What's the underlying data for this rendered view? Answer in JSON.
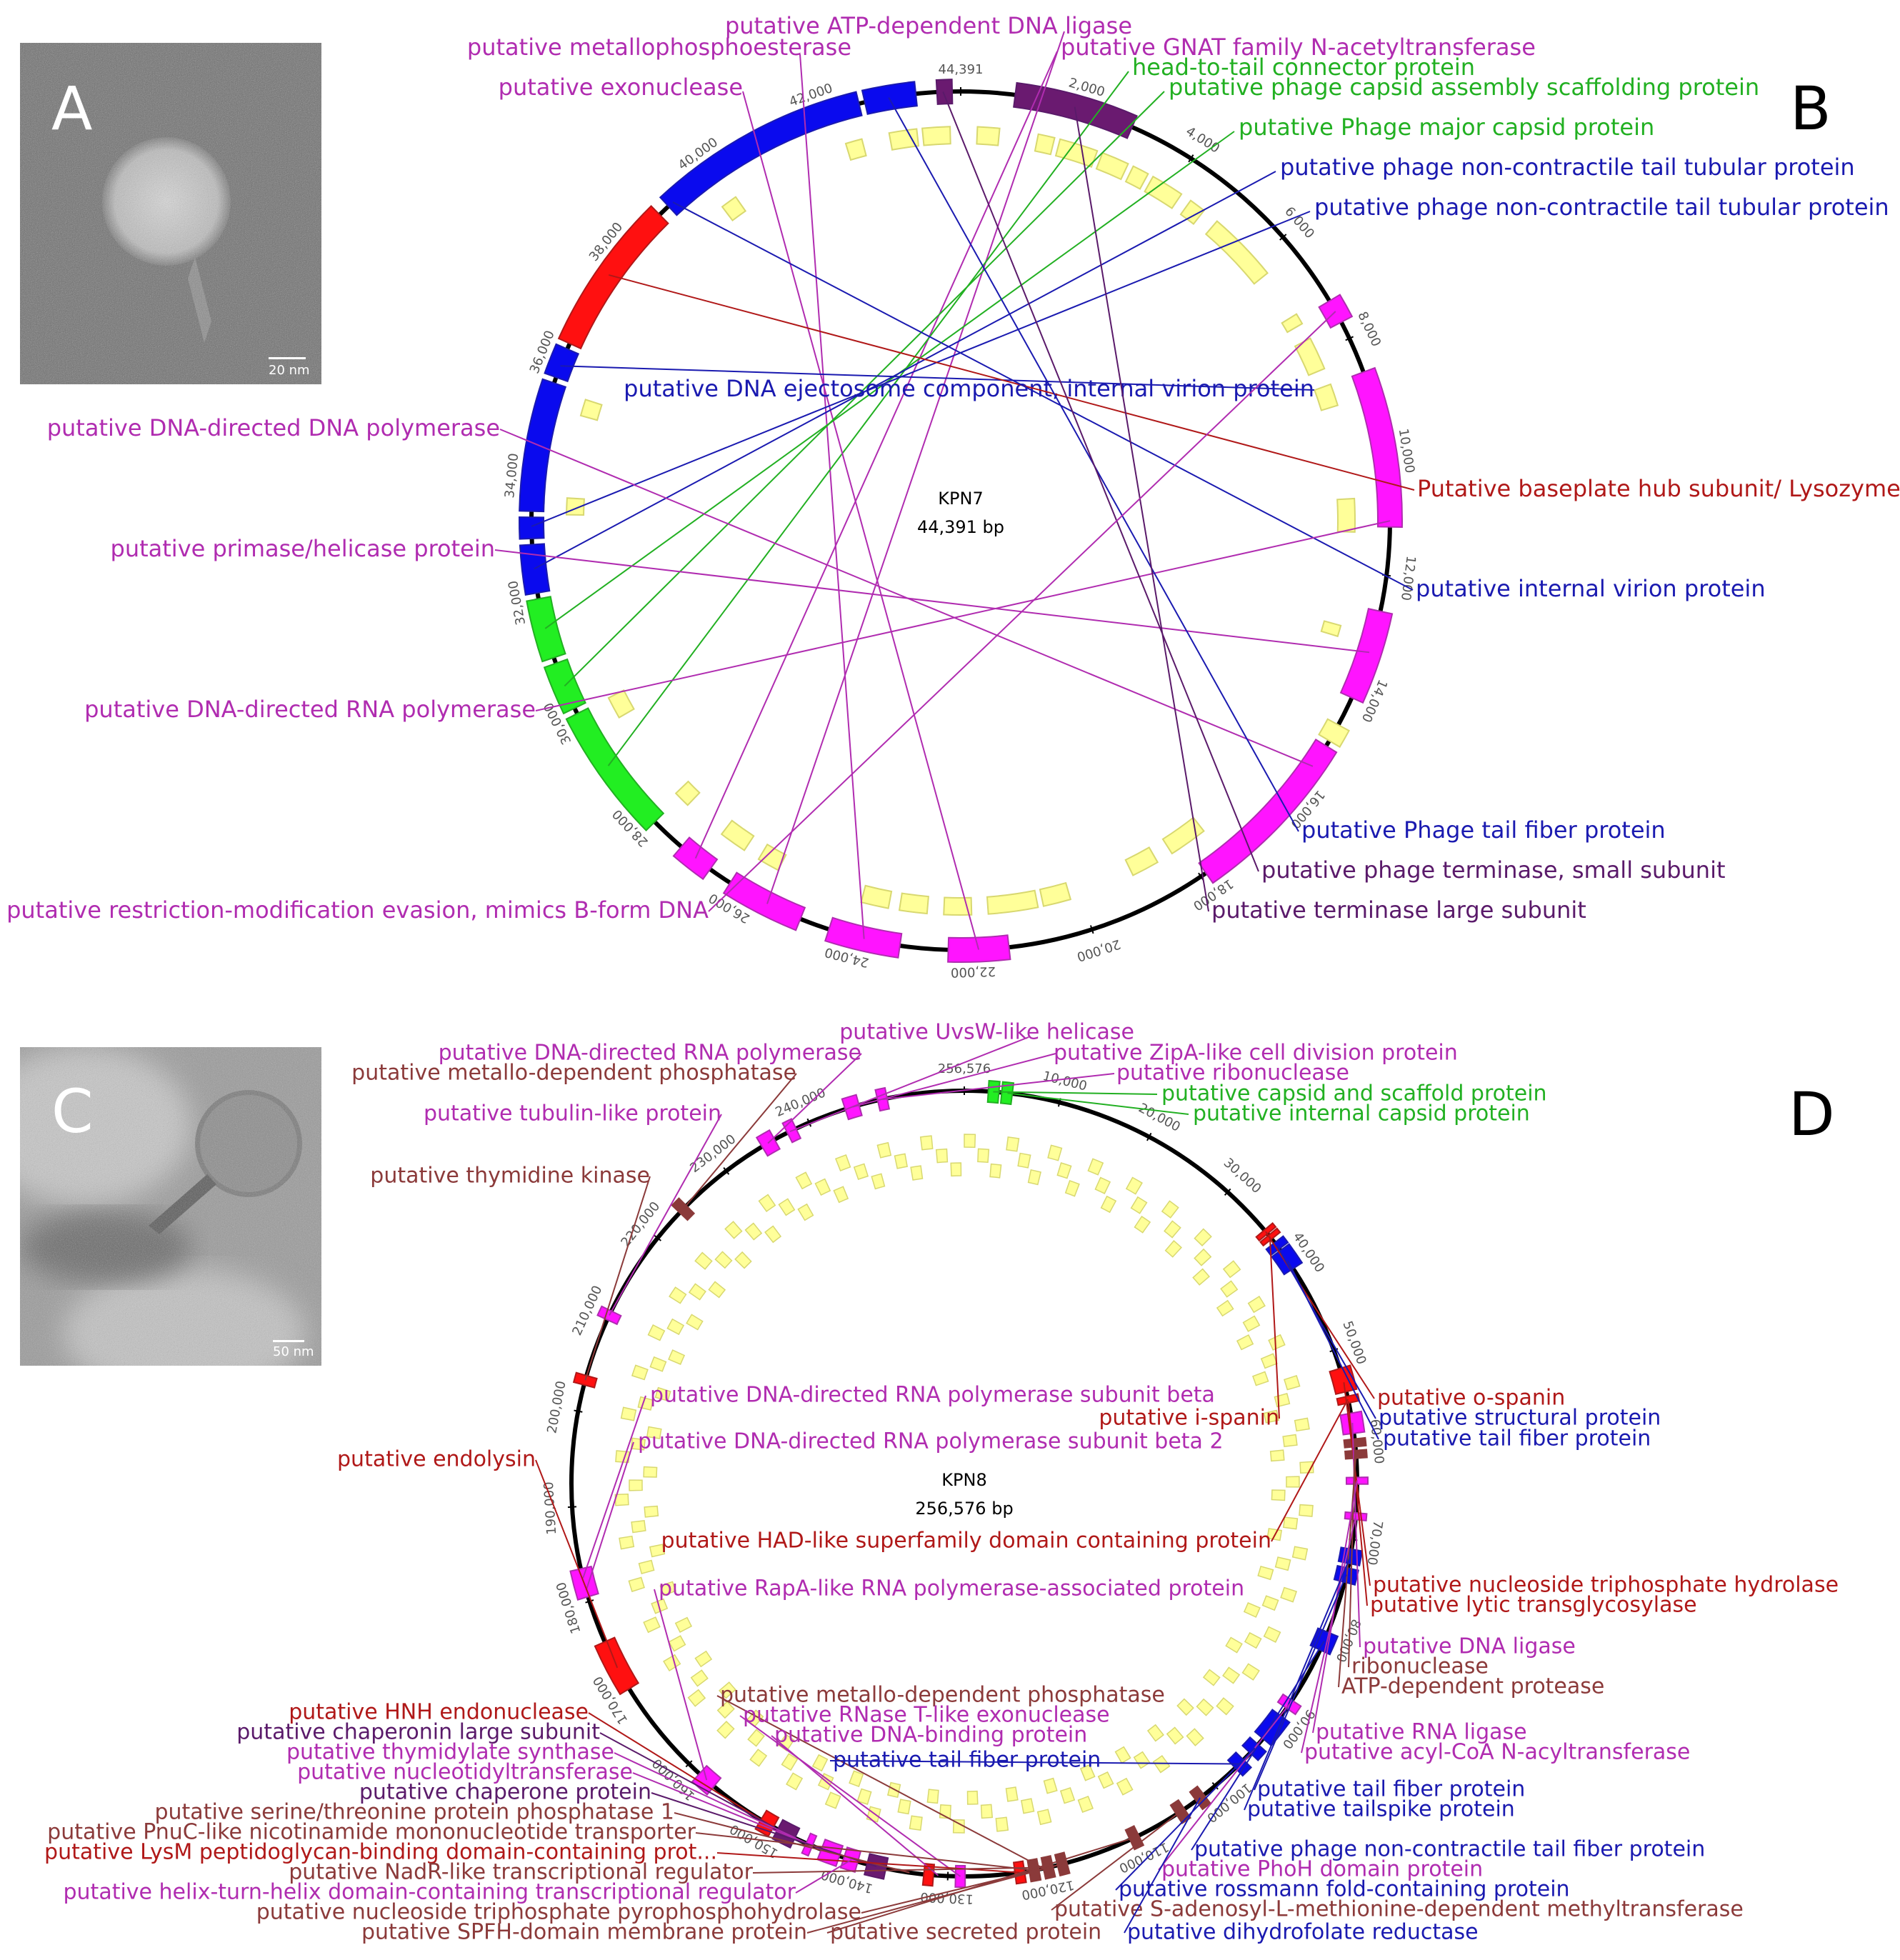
{
  "colors": {
    "magenta": "#b02cb0",
    "magenta_fill": "#ff14ff",
    "green": "#22b022",
    "green_fill": "#22ee22",
    "blue": "#1a1ab0",
    "blue_fill": "#0a0aee",
    "red": "#b01818",
    "red_fill": "#ff1010",
    "brown": "#8b3a3a",
    "purple": "#5a1a6a",
    "purple_fill": "#6a1a70",
    "yellow_fill": "#ffff99",
    "yellow_stroke": "#d8d870"
  },
  "panels": {
    "a": {
      "letter": "A",
      "scale": "20 nm"
    },
    "b": {
      "letter": "B"
    },
    "c": {
      "letter": "C",
      "scale": "50 nm"
    },
    "d": {
      "letter": "D"
    }
  },
  "kpn7": {
    "name": "KPN7",
    "length": "44,391 bp",
    "total": 44391,
    "ticks": [
      {
        "pos": 2000,
        "label": "2,000"
      },
      {
        "pos": 4000,
        "label": "4,000"
      },
      {
        "pos": 6000,
        "label": "6,000"
      },
      {
        "pos": 8000,
        "label": "8,000"
      },
      {
        "pos": 10000,
        "label": "10,000"
      },
      {
        "pos": 12000,
        "label": "12,000"
      },
      {
        "pos": 14000,
        "label": "14,000"
      },
      {
        "pos": 16000,
        "label": "16,000"
      },
      {
        "pos": 18000,
        "label": "18,000"
      },
      {
        "pos": 20000,
        "label": "20,000"
      },
      {
        "pos": 22000,
        "label": "22,000"
      },
      {
        "pos": 24000,
        "label": "24,000"
      },
      {
        "pos": 26000,
        "label": "26,000"
      },
      {
        "pos": 28000,
        "label": "28,000"
      },
      {
        "pos": 30000,
        "label": "30,000"
      },
      {
        "pos": 32000,
        "label": "32,000"
      },
      {
        "pos": 34000,
        "label": "34,000"
      },
      {
        "pos": 36000,
        "label": "36,000"
      },
      {
        "pos": 38000,
        "label": "38,000"
      },
      {
        "pos": 40000,
        "label": "40,000"
      },
      {
        "pos": 42000,
        "label": "42,000"
      },
      {
        "pos": 44391,
        "label": "44,391"
      }
    ],
    "genes": [
      {
        "start": 7300,
        "end": 7700,
        "color": "magenta"
      },
      {
        "start": 8600,
        "end": 11200,
        "color": "magenta"
      },
      {
        "start": 12600,
        "end": 14100,
        "color": "magenta"
      },
      {
        "start": 14600,
        "end": 14900,
        "color": "yellow"
      },
      {
        "start": 15000,
        "end": 17900,
        "color": "magenta"
      },
      {
        "start": 21400,
        "end": 22400,
        "color": "magenta"
      },
      {
        "start": 23200,
        "end": 24400,
        "color": "magenta"
      },
      {
        "start": 24900,
        "end": 26200,
        "color": "magenta"
      },
      {
        "start": 26600,
        "end": 27200,
        "color": "magenta"
      },
      {
        "start": 27800,
        "end": 30000,
        "color": "green"
      },
      {
        "start": 30100,
        "end": 30900,
        "color": "green"
      },
      {
        "start": 31000,
        "end": 32000,
        "color": "green"
      },
      {
        "start": 32100,
        "end": 32900,
        "color": "blue"
      },
      {
        "start": 33000,
        "end": 33350,
        "color": "blue"
      },
      {
        "start": 33450,
        "end": 35600,
        "color": "blue"
      },
      {
        "start": 35700,
        "end": 36200,
        "color": "blue"
      },
      {
        "start": 36300,
        "end": 38900,
        "color": "red"
      },
      {
        "start": 39100,
        "end": 42700,
        "color": "blue"
      },
      {
        "start": 42800,
        "end": 43650,
        "color": "blue"
      },
      {
        "start": 44000,
        "end": 44250,
        "color": "purple"
      },
      {
        "start": 900,
        "end": 2900,
        "color": "purple"
      }
    ],
    "inner": [
      {
        "start": 1400,
        "end": 1700
      },
      {
        "start": 1800,
        "end": 2500
      },
      {
        "start": 2600,
        "end": 3100
      },
      {
        "start": 3200,
        "end": 3500
      },
      {
        "start": 3600,
        "end": 4200
      },
      {
        "start": 4400,
        "end": 4700
      },
      {
        "start": 5000,
        "end": 6300
      },
      {
        "start": 7200,
        "end": 7400
      },
      {
        "start": 7700,
        "end": 8300
      },
      {
        "start": 8600,
        "end": 9000
      },
      {
        "start": 10700,
        "end": 11300
      },
      {
        "start": 13000,
        "end": 13200
      },
      {
        "start": 17500,
        "end": 18200
      },
      {
        "start": 18500,
        "end": 19000
      },
      {
        "start": 20200,
        "end": 20700
      },
      {
        "start": 20800,
        "end": 21700
      },
      {
        "start": 22000,
        "end": 22500
      },
      {
        "start": 22800,
        "end": 23300
      },
      {
        "start": 23500,
        "end": 24000
      },
      {
        "start": 25600,
        "end": 26000
      },
      {
        "start": 26300,
        "end": 26800
      },
      {
        "start": 27600,
        "end": 27900
      },
      {
        "start": 29600,
        "end": 30000
      },
      {
        "start": 33400,
        "end": 33700
      },
      {
        "start": 35200,
        "end": 35500
      },
      {
        "start": 39800,
        "end": 40100
      },
      {
        "start": 42300,
        "end": 42600
      },
      {
        "start": 43100,
        "end": 43600
      },
      {
        "start": 43700,
        "end": 44200
      },
      {
        "start": 300,
        "end": 700
      }
    ],
    "labels": [
      {
        "text": "putative ATP-dependent DNA ligase",
        "color": "magenta",
        "gene": 25500
      },
      {
        "text": "putative metallophosphoesterase",
        "color": "magenta",
        "gene": 23800
      },
      {
        "text": "putative GNAT family N-acetyltransferase",
        "color": "magenta",
        "gene": 26900
      },
      {
        "text": "head-to-tail connector protein",
        "color": "green",
        "gene": 29000
      },
      {
        "text": "putative exonuclease",
        "color": "magenta",
        "gene": 21900
      },
      {
        "text": "putative phage capsid assembly scaffolding protein",
        "color": "green",
        "gene": 30500
      },
      {
        "text": "putative Phage major capsid protein",
        "color": "green",
        "gene": 31500
      },
      {
        "text": "putative phage non-contractile tail tubular protein",
        "color": "blue",
        "gene": 32500
      },
      {
        "text": "putative phage non-contractile tail tubular protein",
        "color": "blue",
        "gene": 33200
      },
      {
        "text": "putative DNA ejectosome component, internal virion protein",
        "color": "blue",
        "gene": 35900
      },
      {
        "text": "putative DNA-directed DNA polymerase",
        "color": "magenta",
        "gene": 15400
      },
      {
        "text": "Putative baseplate hub subunit/ Lysozyme",
        "color": "red",
        "gene": 37600
      },
      {
        "text": "putative primase/helicase protein",
        "color": "magenta",
        "gene": 13300
      },
      {
        "text": "putative internal virion protein",
        "color": "blue",
        "gene": 39200
      },
      {
        "text": "putative DNA-directed RNA polymerase",
        "color": "magenta",
        "gene": 11100
      },
      {
        "text": "putative Phage tail fiber protein",
        "color": "blue",
        "gene": 43200
      },
      {
        "text": "putative phage terminase, small subunit",
        "color": "purple",
        "gene": 44100
      },
      {
        "text": "putative terminase large subunit",
        "color": "purple",
        "gene": 1900
      },
      {
        "text": "putative restriction-modification evasion, mimics B-form DNA",
        "color": "magenta",
        "gene": 7500
      }
    ]
  },
  "kpn8": {
    "name": "KPN8",
    "length": "256,576 bp",
    "total": 256576,
    "ticks": [
      {
        "pos": 10000,
        "label": "10,000"
      },
      {
        "pos": 20000,
        "label": "20,000"
      },
      {
        "pos": 30000,
        "label": "30,000"
      },
      {
        "pos": 40000,
        "label": "40,000"
      },
      {
        "pos": 50000,
        "label": "50,000"
      },
      {
        "pos": 60000,
        "label": "60,000"
      },
      {
        "pos": 70000,
        "label": "70,000"
      },
      {
        "pos": 80000,
        "label": "80,000"
      },
      {
        "pos": 90000,
        "label": "90,000"
      },
      {
        "pos": 100000,
        "label": "100,000"
      },
      {
        "pos": 110000,
        "label": "110,000"
      },
      {
        "pos": 120000,
        "label": "120,000"
      },
      {
        "pos": 130000,
        "label": "130,000"
      },
      {
        "pos": 140000,
        "label": "140,000"
      },
      {
        "pos": 150000,
        "label": "150,000"
      },
      {
        "pos": 160000,
        "label": "160,000"
      },
      {
        "pos": 170000,
        "label": "170,000"
      },
      {
        "pos": 180000,
        "label": "180,000"
      },
      {
        "pos": 190000,
        "label": "190,000"
      },
      {
        "pos": 200000,
        "label": "200,000"
      },
      {
        "pos": 210000,
        "label": "210,000"
      },
      {
        "pos": 220000,
        "label": "220,000"
      },
      {
        "pos": 230000,
        "label": "230,000"
      },
      {
        "pos": 240000,
        "label": "240,000"
      },
      {
        "pos": 256576,
        "label": "256,576"
      }
    ],
    "genes": [
      {
        "start": 2500,
        "end": 3600,
        "color": "green"
      },
      {
        "start": 3900,
        "end": 5000,
        "color": "green"
      },
      {
        "start": 35500,
        "end": 36000,
        "color": "red"
      },
      {
        "start": 36200,
        "end": 36700,
        "color": "red"
      },
      {
        "start": 37200,
        "end": 38000,
        "color": "blue"
      },
      {
        "start": 38200,
        "end": 40500,
        "color": "blue"
      },
      {
        "start": 52000,
        "end": 54500,
        "color": "red"
      },
      {
        "start": 55000,
        "end": 55700,
        "color": "red"
      },
      {
        "start": 56800,
        "end": 58900,
        "color": "magenta"
      },
      {
        "start": 59500,
        "end": 60300,
        "color": "brown"
      },
      {
        "start": 60700,
        "end": 61500,
        "color": "brown"
      },
      {
        "start": 63500,
        "end": 64200,
        "color": "magenta"
      },
      {
        "start": 67200,
        "end": 67900,
        "color": "magenta"
      },
      {
        "start": 71000,
        "end": 72500,
        "color": "blue"
      },
      {
        "start": 73000,
        "end": 74500,
        "color": "blue"
      },
      {
        "start": 80000,
        "end": 82000,
        "color": "blue"
      },
      {
        "start": 88000,
        "end": 89000,
        "color": "magenta"
      },
      {
        "start": 90000,
        "end": 93000,
        "color": "blue"
      },
      {
        "start": 93800,
        "end": 95000,
        "color": "blue"
      },
      {
        "start": 96000,
        "end": 97200,
        "color": "blue"
      },
      {
        "start": 101500,
        "end": 102500,
        "color": "brown"
      },
      {
        "start": 104000,
        "end": 105000,
        "color": "brown"
      },
      {
        "start": 109500,
        "end": 110500,
        "color": "brown"
      },
      {
        "start": 117500,
        "end": 118500,
        "color": "brown"
      },
      {
        "start": 119000,
        "end": 120000,
        "color": "brown"
      },
      {
        "start": 120500,
        "end": 121500,
        "color": "brown"
      },
      {
        "start": 122000,
        "end": 123000,
        "color": "red"
      },
      {
        "start": 128200,
        "end": 129200,
        "color": "magenta"
      },
      {
        "start": 131500,
        "end": 132500,
        "color": "red"
      },
      {
        "start": 136500,
        "end": 138500,
        "color": "purple"
      },
      {
        "start": 139500,
        "end": 141000,
        "color": "magenta"
      },
      {
        "start": 141500,
        "end": 143500,
        "color": "magenta"
      },
      {
        "start": 144500,
        "end": 145200,
        "color": "magenta"
      },
      {
        "start": 146500,
        "end": 148500,
        "color": "purple"
      },
      {
        "start": 149000,
        "end": 150500,
        "color": "red"
      },
      {
        "start": 156500,
        "end": 158500,
        "color": "magenta"
      },
      {
        "start": 170000,
        "end": 175500,
        "color": "red"
      },
      {
        "start": 180500,
        "end": 183500,
        "color": "magenta"
      },
      {
        "start": 202800,
        "end": 203800,
        "color": "red"
      },
      {
        "start": 210000,
        "end": 211000,
        "color": "magenta"
      },
      {
        "start": 223500,
        "end": 224500,
        "color": "brown"
      },
      {
        "start": 234500,
        "end": 236000,
        "color": "magenta"
      },
      {
        "start": 237500,
        "end": 238500,
        "color": "magenta"
      },
      {
        "start": 244000,
        "end": 245500,
        "color": "magenta"
      },
      {
        "start": 247500,
        "end": 248500,
        "color": "magenta"
      }
    ],
    "inner_count": 150,
    "labels": [
      {
        "text": "putative UvsW-like helicase",
        "color": "magenta",
        "gene": 237800
      },
      {
        "text": "putative DNA-directed RNA polymerase",
        "color": "magenta",
        "gene": 235200
      },
      {
        "text": "putative ZipA-like cell division protein",
        "color": "magenta",
        "gene": 244800
      },
      {
        "text": "putative metallo-dependent phosphatase",
        "color": "brown",
        "gene": 224000
      },
      {
        "text": "putative ribonuclease",
        "color": "magenta",
        "gene": 248000
      },
      {
        "text": "putative capsid and scaffold protein",
        "color": "green",
        "gene": 3000
      },
      {
        "text": "putative tubulin-like protein",
        "color": "magenta",
        "gene": 210500
      },
      {
        "text": "putative internal capsid protein",
        "color": "green",
        "gene": 4500
      },
      {
        "text": "putative thymidine kinase",
        "color": "brown",
        "gene": 203300
      },
      {
        "text": "putative DNA-directed RNA polymerase subunit beta",
        "color": "magenta",
        "gene": 182500
      },
      {
        "text": "putative o-spanin",
        "color": "red",
        "gene": 35700
      },
      {
        "text": "putative i-spanin",
        "color": "red",
        "gene": 36400
      },
      {
        "text": "putative structural protein",
        "color": "blue",
        "gene": 37600
      },
      {
        "text": "putative tail fiber protein",
        "color": "blue",
        "gene": 39500
      },
      {
        "text": "putative DNA-directed RNA polymerase subunit beta 2",
        "color": "magenta",
        "gene": 181200
      },
      {
        "text": "putative endolysin",
        "color": "red",
        "gene": 172500
      },
      {
        "text": "putative HAD-like superfamily domain containing protein",
        "color": "red",
        "gene": 55300
      },
      {
        "text": "putative nucleoside triphosphate hydrolase",
        "color": "red",
        "gene": 53500
      },
      {
        "text": "putative RapA-like RNA polymerase-associated protein",
        "color": "magenta",
        "gene": 157500
      },
      {
        "text": "putative lytic transglycosylase",
        "color": "red",
        "gene": 55500
      },
      {
        "text": "putative DNA ligase",
        "color": "magenta",
        "gene": 57800
      },
      {
        "text": "ribonuclease",
        "color": "brown",
        "gene": 59900
      },
      {
        "text": "ATP-dependent protease",
        "color": "brown",
        "gene": 61100
      },
      {
        "text": "putative metallo-dependent phosphatase",
        "color": "brown",
        "gene": 120000
      },
      {
        "text": "putative HNH endonuclease",
        "color": "red",
        "gene": 149800
      },
      {
        "text": "putative RNase T-like exonuclease",
        "color": "magenta",
        "gene": 128700
      },
      {
        "text": "putative RNA ligase",
        "color": "magenta",
        "gene": 63800
      },
      {
        "text": "putative chaperonin large subunit",
        "color": "purple",
        "gene": 147500
      },
      {
        "text": "putative DNA-binding protein",
        "color": "magenta",
        "gene": 131000
      },
      {
        "text": "putative acyl-CoA N-acyltransferase",
        "color": "magenta",
        "gene": 67500
      },
      {
        "text": "putative thymidylate synthase",
        "color": "magenta",
        "gene": 144800
      },
      {
        "text": "putative tail fiber protein",
        "color": "blue",
        "gene": 96600
      },
      {
        "text": "putative nucleotidyltransferase",
        "color": "magenta",
        "gene": 142500
      },
      {
        "text": "putative tail fiber protein",
        "color": "blue",
        "gene": 73700
      },
      {
        "text": "putative chaperone protein",
        "color": "purple",
        "gene": 137500
      },
      {
        "text": "putative tailspike protein",
        "color": "blue",
        "gene": 71800
      },
      {
        "text": "putative serine/threonine protein phosphatase 1",
        "color": "brown",
        "gene": 134000
      },
      {
        "text": "putative PnuC-like nicotinamide mononucleotide transporter",
        "color": "brown",
        "gene": 121000
      },
      {
        "text": "putative phage non-contractile tail fiber protein",
        "color": "blue",
        "gene": 81000
      },
      {
        "text": "putative LysM peptidoglycan-binding domain-containing prot...",
        "color": "red",
        "gene": 122500
      },
      {
        "text": "putative PhoH domain protein",
        "color": "magenta",
        "gene": 88500
      },
      {
        "text": "putative NadR-like transcriptional regulator",
        "color": "brown",
        "gene": 119500
      },
      {
        "text": "putative rossmann fold-containing protein",
        "color": "blue",
        "gene": 94300
      },
      {
        "text": "putative helix-turn-helix domain-containing transcriptional regulator",
        "color": "magenta",
        "gene": 140200
      },
      {
        "text": "putative S-adenosyl-L-methionine-dependent methyltransferase",
        "color": "brown",
        "gene": 104500
      },
      {
        "text": "putative nucleoside triphosphate pyrophosphohydrolase",
        "color": "brown",
        "gene": 118000
      },
      {
        "text": "putative secreted protein",
        "color": "brown",
        "gene": 110000
      },
      {
        "text": "putative SPFH-domain membrane protein",
        "color": "brown",
        "gene": 117800
      },
      {
        "text": "putative dihydrofolate reductase",
        "color": "blue",
        "gene": 102000
      }
    ]
  }
}
